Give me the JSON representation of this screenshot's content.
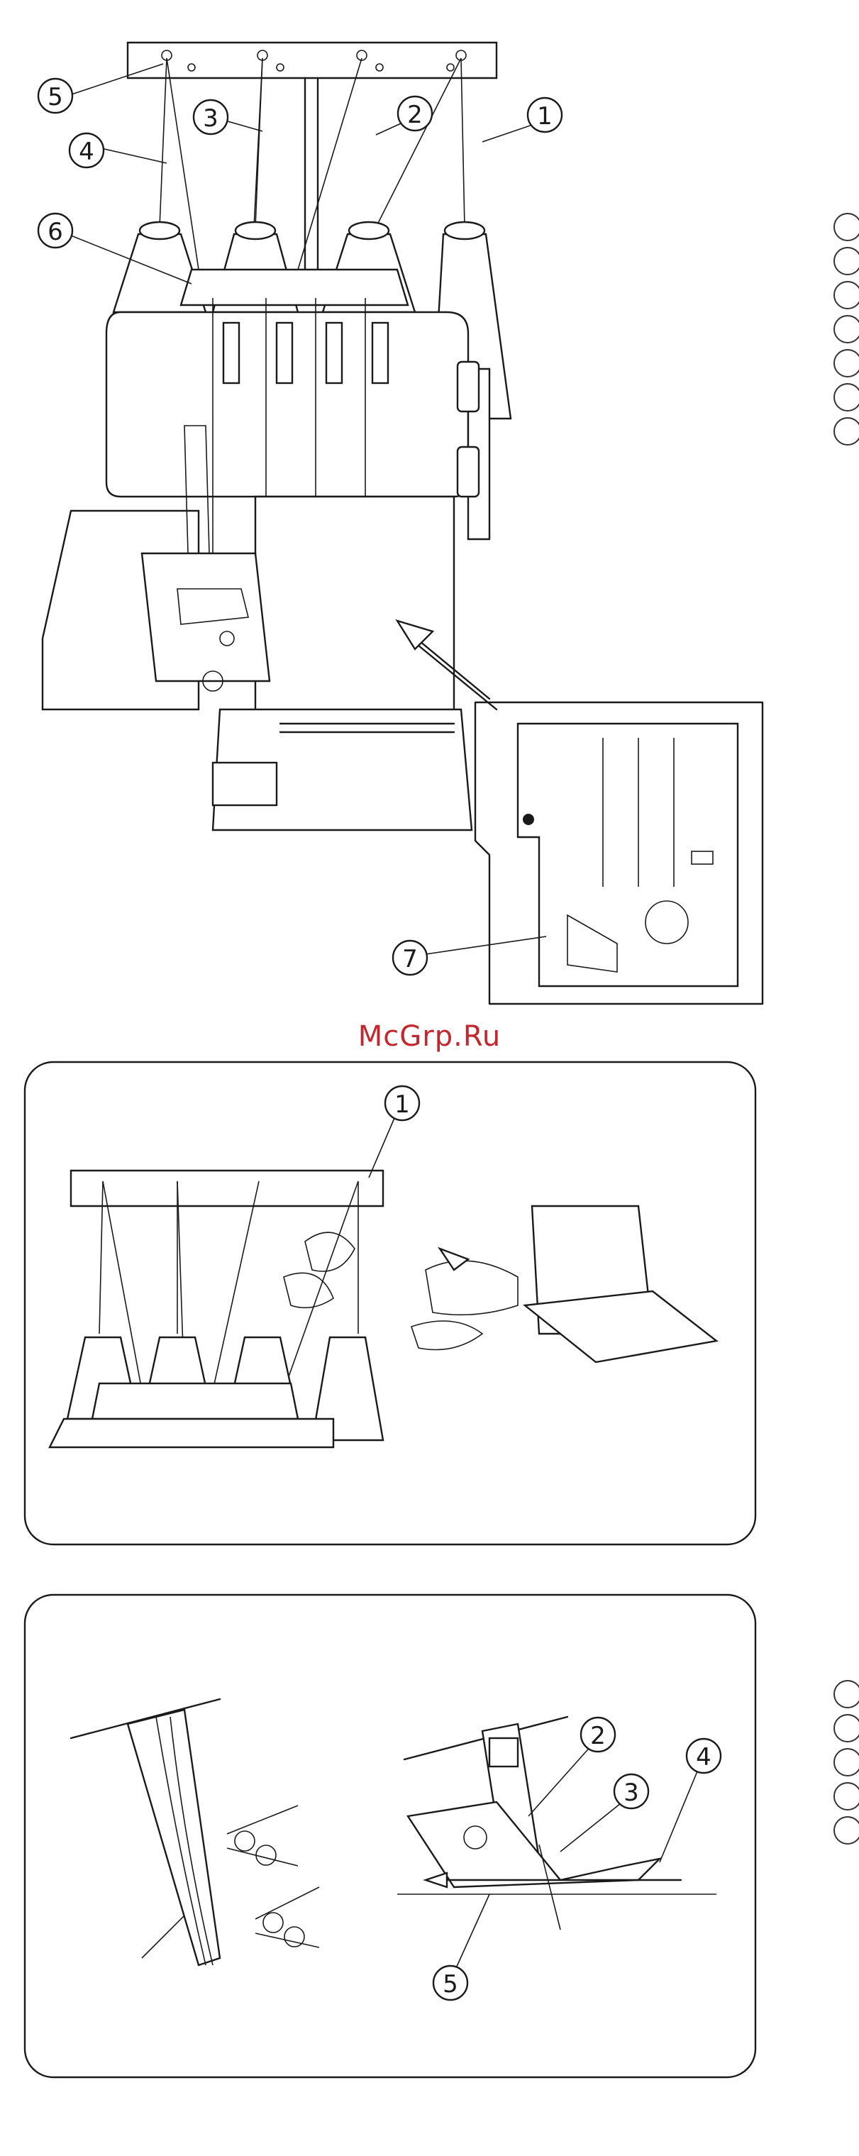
{
  "watermark": "McGrp.Ru",
  "figure1": {
    "callouts": [
      "1",
      "2",
      "3",
      "4",
      "5",
      "6",
      "7"
    ]
  },
  "figure2": {
    "callouts": [
      "1"
    ]
  },
  "figure3": {
    "callouts": [
      "2",
      "3",
      "4",
      "5"
    ]
  },
  "legend_top_count": 7,
  "legend_bottom_count": 5
}
